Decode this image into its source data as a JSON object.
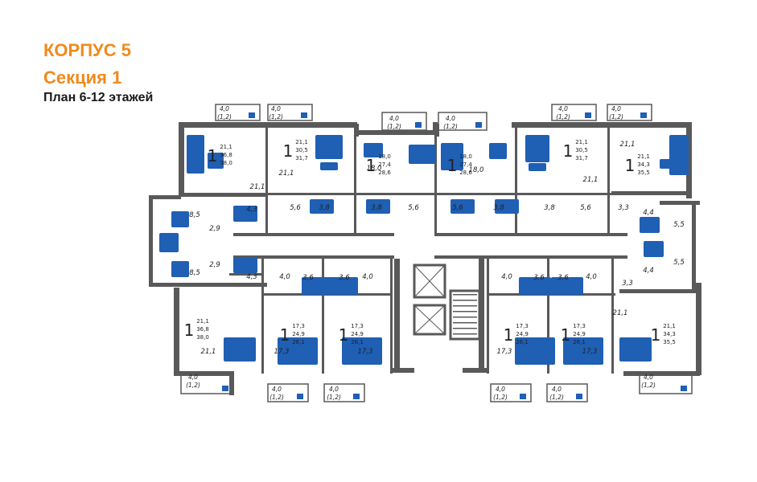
{
  "header": {
    "building": "КОРПУС 5",
    "section": "Секция 1",
    "plan": "План 6-12 этажей"
  },
  "colors": {
    "accent": "#f08a1c",
    "wall": "#595959",
    "furniture": "#1f5fb4",
    "floor": "#ffffff",
    "heading": "#1a1a1a"
  },
  "apartments": [
    {
      "rooms": "1",
      "areas": [
        "21,1",
        "36,8",
        "38,0"
      ]
    },
    {
      "rooms": "1",
      "areas": [
        "21,1",
        "30,5",
        "31,7"
      ]
    },
    {
      "rooms": "1",
      "areas": [
        "18,0",
        "27,4",
        "28,6"
      ]
    },
    {
      "rooms": "1",
      "areas": [
        "18,0",
        "27,4",
        "28,6"
      ]
    },
    {
      "rooms": "1",
      "areas": [
        "21,1",
        "30,5",
        "31,7"
      ]
    },
    {
      "rooms": "1",
      "areas": [
        "21,1",
        "34,3",
        "35,5"
      ]
    },
    {
      "rooms": "1",
      "areas": [
        "21,1",
        "36,8",
        "38,0"
      ]
    },
    {
      "rooms": "1",
      "areas": [
        "17,3",
        "24,9",
        "26,1"
      ]
    },
    {
      "rooms": "1",
      "areas": [
        "17,3",
        "24,9",
        "26,1"
      ]
    },
    {
      "rooms": "1",
      "areas": [
        "17,3",
        "24,9",
        "26,1"
      ]
    },
    {
      "rooms": "1",
      "areas": [
        "17,3",
        "24,9",
        "26,1"
      ]
    },
    {
      "rooms": "1",
      "areas": [
        "21,1",
        "34,3",
        "35,5"
      ]
    }
  ],
  "balconies": [
    {
      "area": "4,0",
      "reduced": "(1,2)"
    },
    {
      "area": "4,0",
      "reduced": "(1,2)"
    },
    {
      "area": "4,0",
      "reduced": "(1,2)"
    },
    {
      "area": "4,0",
      "reduced": "(1,2)"
    },
    {
      "area": "4,0",
      "reduced": "(1,2)"
    },
    {
      "area": "4,0",
      "reduced": "(1,2)"
    },
    {
      "area": "4,0",
      "reduced": "(1,2)"
    },
    {
      "area": "4,0",
      "reduced": "(1,2)"
    },
    {
      "area": "4,0",
      "reduced": "(1,2)"
    },
    {
      "area": "4,0",
      "reduced": "(1,2)"
    },
    {
      "area": "4,0",
      "reduced": "(1,2)"
    },
    {
      "area": "4,0",
      "reduced": "(1,2)"
    }
  ],
  "room_areas": [
    "21,1",
    "21,1",
    "18,0",
    "18,0",
    "21,1",
    "21,1",
    "8,5",
    "2,9",
    "2,9",
    "8,5",
    "4,3",
    "4,3",
    "5,6",
    "3,8",
    "3,8",
    "5,6",
    "5,6",
    "3,8",
    "3,8",
    "5,6",
    "3,3",
    "4,4",
    "5,5",
    "4,4",
    "5,5",
    "3,3",
    "21,1",
    "4,0",
    "3,6",
    "3,6",
    "4,0",
    "4,0",
    "3,6",
    "3,6",
    "4,0",
    "21,1",
    "17,3",
    "17,3",
    "17,3",
    "17,3"
  ]
}
